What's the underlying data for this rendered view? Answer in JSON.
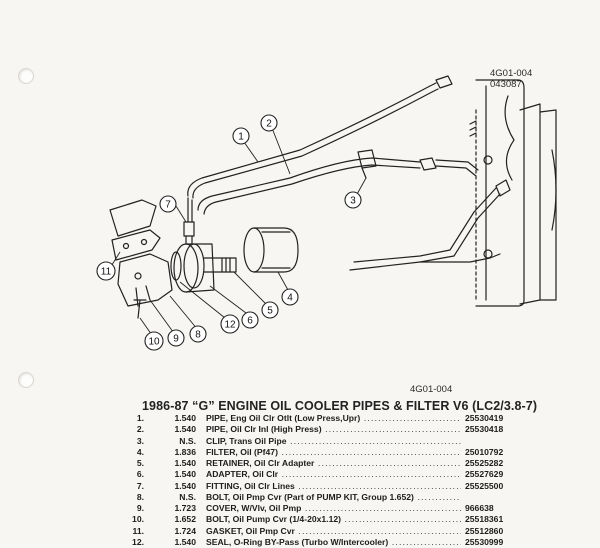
{
  "figure": {
    "code_top": "4G01-004",
    "code_top_sub": "043087",
    "code_bottom": "4G01-004"
  },
  "callouts": [
    "1",
    "2",
    "3",
    "4",
    "5",
    "6",
    "7",
    "8",
    "9",
    "10",
    "11",
    "12"
  ],
  "parts_list": {
    "title": "1986-87 “G” ENGINE OIL COOLER PIPES & FILTER V6 (LC2/3.8-7)",
    "rows": [
      {
        "num": "1.",
        "group": "1.540",
        "desc": "PIPE, Eng Oil Clr Otlt (Low Press,Upr)",
        "part": "25530419"
      },
      {
        "num": "2.",
        "group": "1.540",
        "desc": "PIPE, Oil Clr Inl (High Press)",
        "part": "25530418"
      },
      {
        "num": "3.",
        "group": "N.S.",
        "desc": "CLIP, Trans Oil Pipe",
        "part": ""
      },
      {
        "num": "4.",
        "group": "1.836",
        "desc": "FILTER, Oil (Pf47)",
        "part": "25010792"
      },
      {
        "num": "5.",
        "group": "1.540",
        "desc": "RETAINER, Oil Clr Adapter",
        "part": "25525282"
      },
      {
        "num": "6.",
        "group": "1.540",
        "desc": "ADAPTER, Oil Clr",
        "part": "25527629"
      },
      {
        "num": "7.",
        "group": "1.540",
        "desc": "FITTING, Oil Clr Lines",
        "part": "25525500"
      },
      {
        "num": "8.",
        "group": "N.S.",
        "desc": "BOLT, Oil Pmp Cvr (Part of PUMP KIT, Group 1.652)",
        "part": ""
      },
      {
        "num": "9.",
        "group": "1.723",
        "desc": "COVER, W/Vlv, Oil Pmp",
        "part": "966638"
      },
      {
        "num": "10.",
        "group": "1.652",
        "desc": "BOLT, Oil Pump Cvr (1/4-20x1.12)",
        "part": "25518361"
      },
      {
        "num": "11.",
        "group": "1.724",
        "desc": "GASKET, Oil Pmp Cvr",
        "part": "25512860"
      },
      {
        "num": "12.",
        "group": "1.540",
        "desc": "SEAL, O-Ring BY-Pass (Turbo W/Intercooler)",
        "part": "25530999"
      }
    ]
  }
}
